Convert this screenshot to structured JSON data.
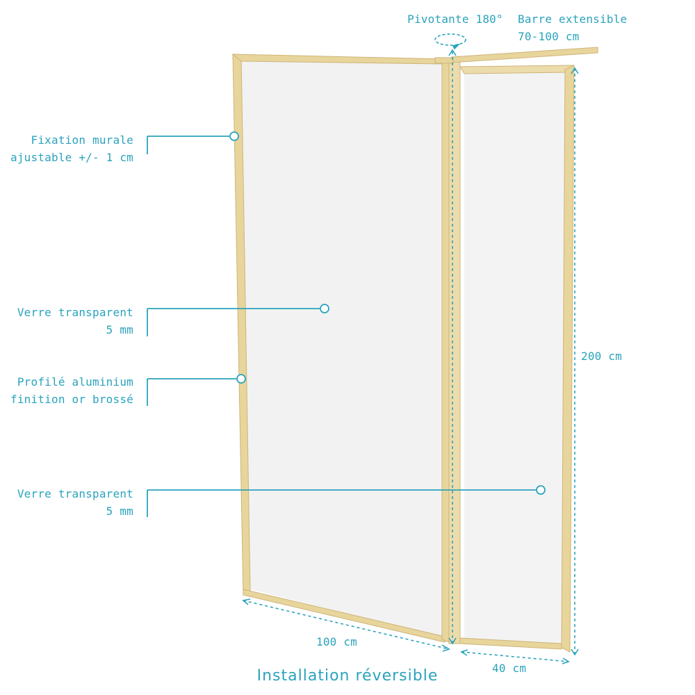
{
  "labels": {
    "pivot": "Pivotante 180°",
    "bar_line1": "Barre extensible",
    "bar_line2": "70-100 cm",
    "wall_line1": "Fixation murale",
    "wall_line2": "ajustable +/- 1 cm",
    "glass1_line1": "Verre transparent",
    "glass1_line2": "5 mm",
    "profile_line1": "Profilé aluminium",
    "profile_line2": "finition or brossé",
    "glass2_line1": "Verre transparent",
    "glass2_line2": "5 mm",
    "height": "200 cm",
    "width_main": "100 cm",
    "width_small": "40 cm"
  },
  "caption": "Installation réversible",
  "colors": {
    "accent": "#2aa3bd",
    "frame_gold": "#e3cf94",
    "glass": "#f2f2f2"
  }
}
